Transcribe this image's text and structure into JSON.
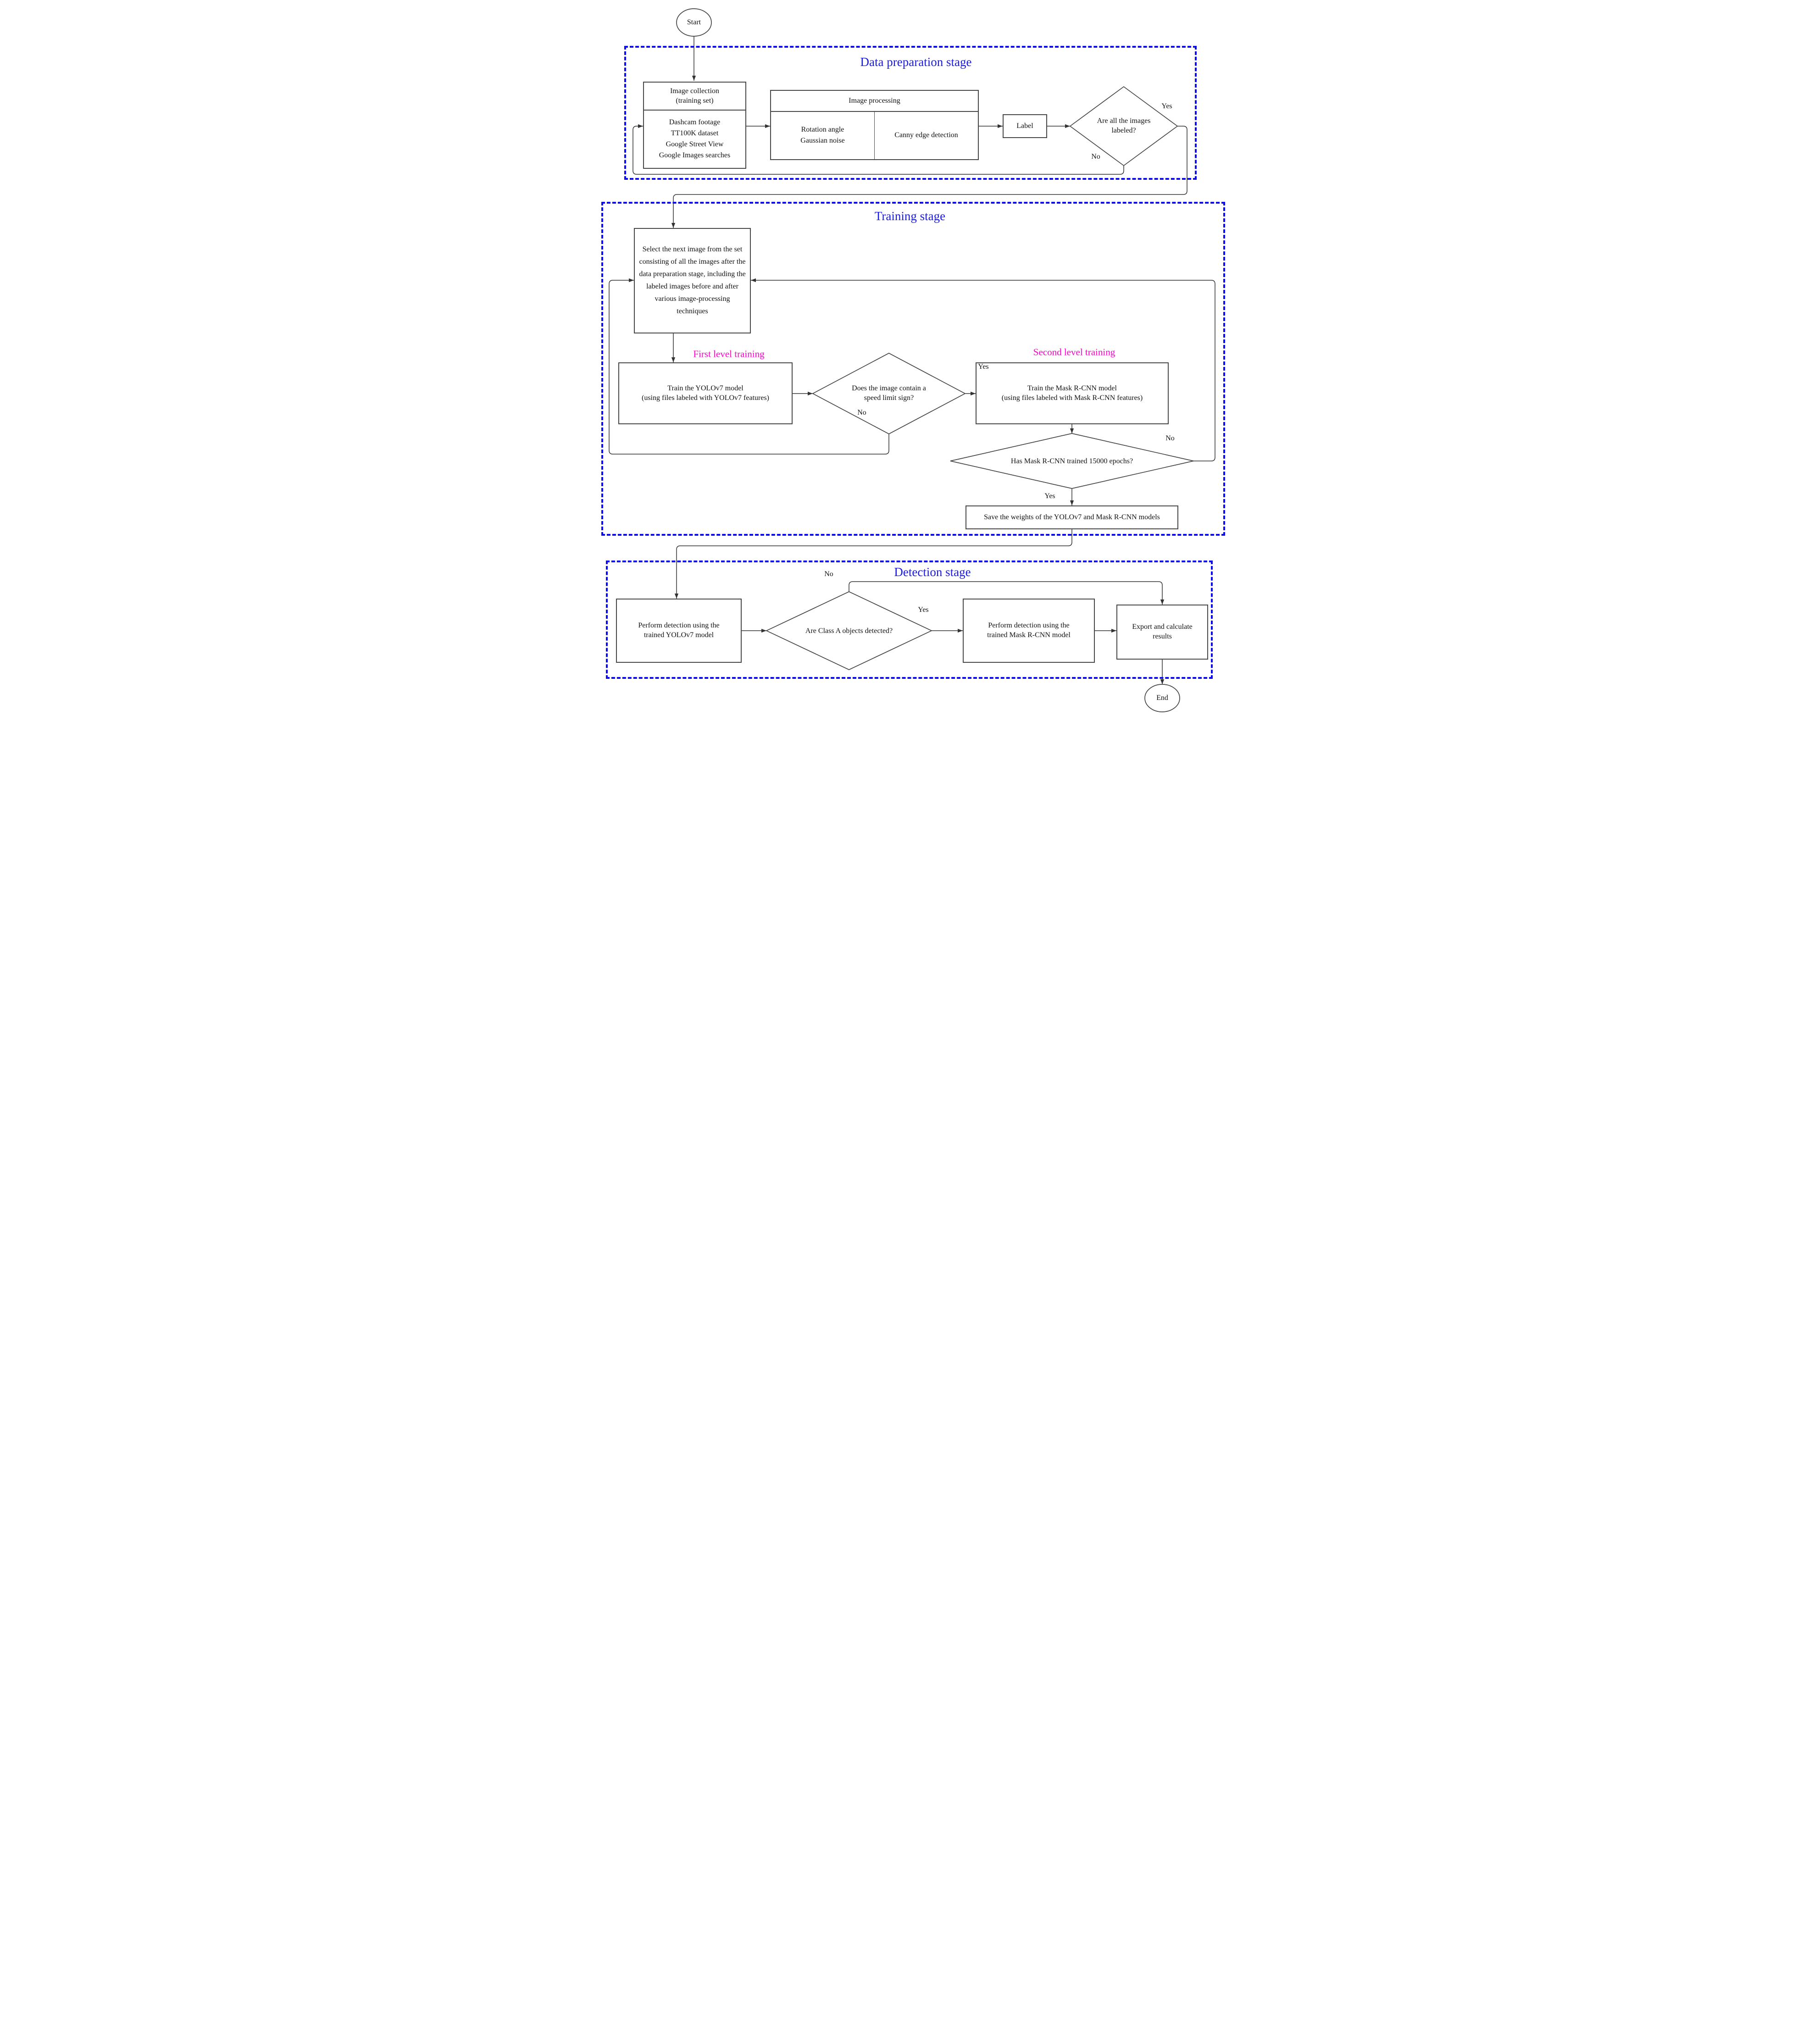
{
  "colors": {
    "stage_border": "#0d0de8",
    "stage_title": "#1c1ce0",
    "level_label": "#ff00cc",
    "connector": "#333333"
  },
  "terminals": {
    "start": "Start",
    "end": "End"
  },
  "stages": {
    "data_preparation": {
      "title": "Data preparation stage"
    },
    "training": {
      "title": "Training stage"
    },
    "detection": {
      "title": "Detection stage"
    }
  },
  "training_levels": {
    "first": "First level training",
    "second": "Second level training"
  },
  "nodes": {
    "image_collection": {
      "header": [
        "Image collection",
        "(training set)"
      ],
      "sources": [
        "Dashcam footage",
        "TT100K dataset",
        "Google Street View",
        "Google Images searches"
      ]
    },
    "image_processing": {
      "header": "Image processing",
      "left_cell": [
        "Rotation angle",
        "Gaussian noise"
      ],
      "right_cell": "Canny edge detection"
    },
    "label_box": "Label",
    "decision_all_labeled": "Are all the images labeled?",
    "select_next_image": "Select the next image from the set consisting of all the images after the data preparation stage, including the labeled images before and after various image-processing techniques",
    "train_yolov7": [
      "Train the YOLOv7 model",
      "(using files labeled with YOLOv7 features)"
    ],
    "decision_speed_limit": "Does the image contain a speed limit sign?",
    "train_mask_rcnn": [
      "Train the Mask R-CNN model",
      "(using files labeled with Mask R-CNN features)"
    ],
    "decision_epochs": "Has Mask R-CNN trained 15000 epochs?",
    "save_weights": "Save the weights of the YOLOv7 and Mask R-CNN models",
    "detect_yolov7": [
      "Perform detection using the",
      "trained YOLOv7 model"
    ],
    "decision_class_a": "Are Class A objects detected?",
    "detect_mask_rcnn": [
      "Perform detection using the",
      "trained Mask R-CNN model"
    ],
    "export_results": [
      "Export and calculate",
      "results"
    ]
  },
  "edge_labels": {
    "all_labeled_yes": "Yes",
    "all_labeled_no": "No",
    "speed_limit_yes": "Yes",
    "speed_limit_no": "No",
    "epochs_yes": "Yes",
    "epochs_no": "No",
    "class_a_yes": "Yes",
    "class_a_no": "No"
  }
}
